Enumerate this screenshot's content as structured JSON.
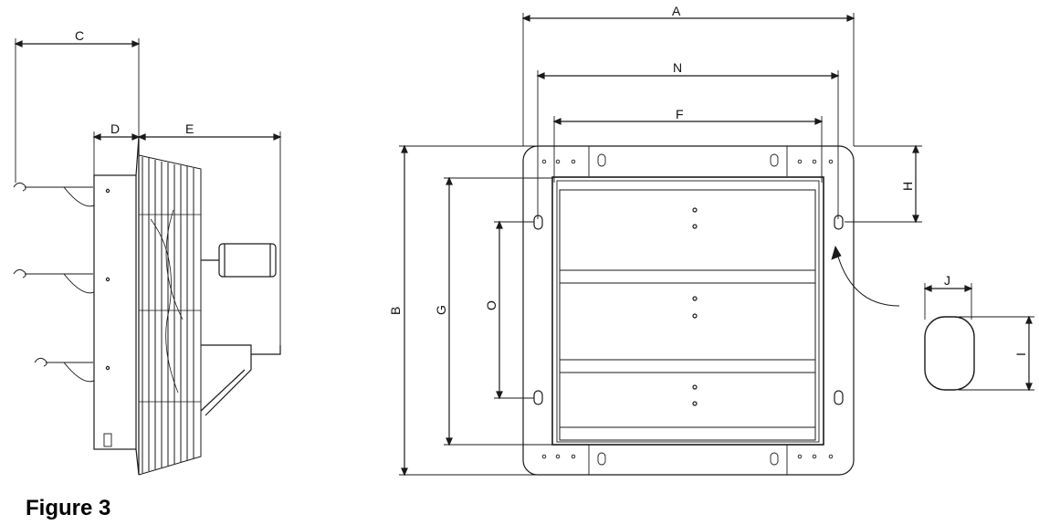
{
  "caption": "Figure 3",
  "dimension_labels": {
    "A": "A",
    "B": "B",
    "C": "C",
    "D": "D",
    "E": "E",
    "F": "F",
    "G": "G",
    "H": "H",
    "I": "I",
    "J": "J",
    "N": "N",
    "O": "O"
  },
  "colors": {
    "line": "#1a1a1a",
    "background": "#ffffff"
  }
}
